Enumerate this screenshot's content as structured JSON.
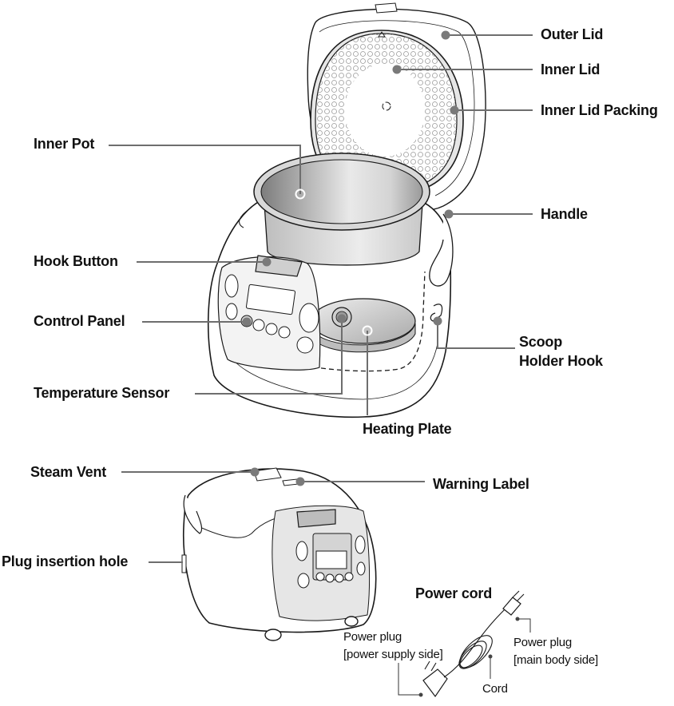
{
  "diagram": {
    "accent_colors": {
      "leader_line": "#6e6e6e",
      "marker_dot": "#7a7a7a",
      "outline": "#1a1a1a",
      "panel_fill": "#e6e6e6",
      "pot_dark": "#8c8c8c",
      "pot_light": "#e8e8e8"
    },
    "top_view": {
      "labels": {
        "outer_lid": "Outer Lid",
        "inner_lid": "Inner Lid",
        "inner_lid_packing": "Inner Lid Packing",
        "inner_pot": "Inner Pot",
        "handle": "Handle",
        "hook_button": "Hook Button",
        "control_panel": "Control Panel",
        "scoop_holder_hook_line1": "Scoop",
        "scoop_holder_hook_line2": "Holder Hook",
        "temperature_sensor": "Temperature Sensor",
        "heating_plate": "Heating Plate"
      }
    },
    "bottom_view": {
      "labels": {
        "steam_vent": "Steam Vent",
        "warning_label": "Warning Label",
        "plug_insertion_hole": "Plug insertion hole"
      }
    },
    "power_cord": {
      "title": "Power cord",
      "labels": {
        "supply_plug_line1": "Power plug",
        "supply_plug_line2": "[power supply side]",
        "body_plug_line1": "Power plug",
        "body_plug_line2": "[main body side]",
        "cord": "Cord"
      }
    }
  }
}
